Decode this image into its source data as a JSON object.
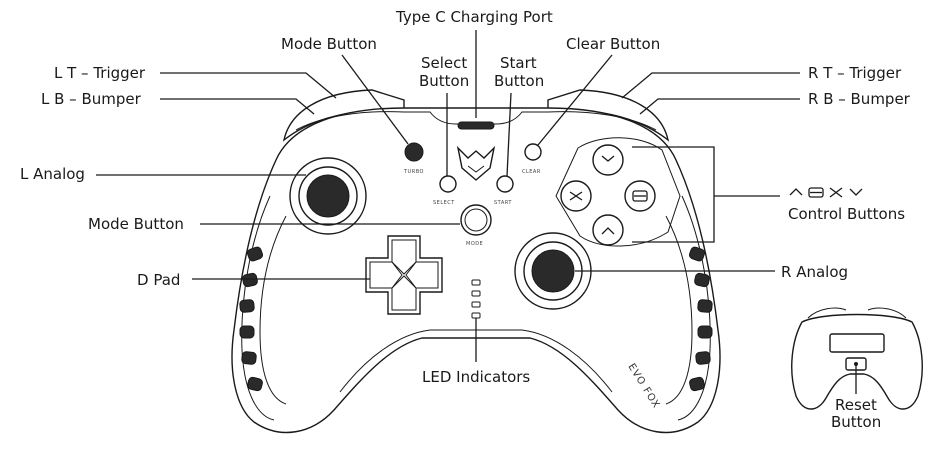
{
  "labels": {
    "type_c_port": "Type C Charging Port",
    "mode_button_top": "Mode Button",
    "select_line1": "Select",
    "select_line2": "Button",
    "start_line1": "Start",
    "start_line2": "Button",
    "clear_button": "Clear Button",
    "lt_trigger": "L T – Trigger",
    "lb_bumper": "L B – Bumper",
    "rt_trigger": "R T – Trigger",
    "rb_bumper": "R B – Bumper",
    "l_analog": "L Analog",
    "mode_button_mid": "Mode Button",
    "d_pad": "D Pad",
    "control_buttons": "Control Buttons",
    "r_analog": "R Analog",
    "led_indicators": "LED Indicators",
    "reset_line1": "Reset",
    "reset_line2": "Button"
  },
  "controller_text": {
    "turbo": "TURBO",
    "select": "SELECT",
    "start": "START",
    "clear": "CLEAR",
    "mode": "MODE",
    "brand": "EVO FOX"
  },
  "icons": {
    "face_buttons": [
      "y-glyph-icon",
      "x-glyph-icon",
      "b-glyph-icon",
      "a-glyph-icon"
    ],
    "logo": "fox-logo-icon"
  }
}
